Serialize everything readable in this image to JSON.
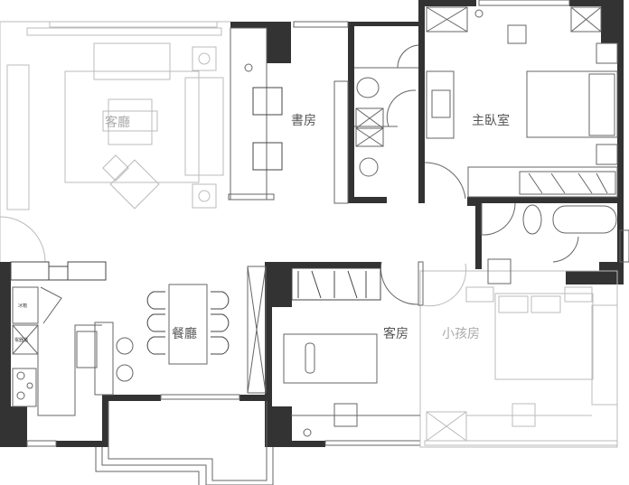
{
  "rooms": {
    "living_room": "客廳",
    "study": "書房",
    "master_bedroom": "主臥室",
    "dining_room": "餐廳",
    "guest_room": "客房",
    "kids_room": "小孩房"
  },
  "kitchen": {
    "fridge": "冰箱",
    "appliance_cabinet": "電器櫃"
  },
  "colors": {
    "wall": "#333333",
    "line": "#666666",
    "light_line": "#bbbbbb"
  }
}
